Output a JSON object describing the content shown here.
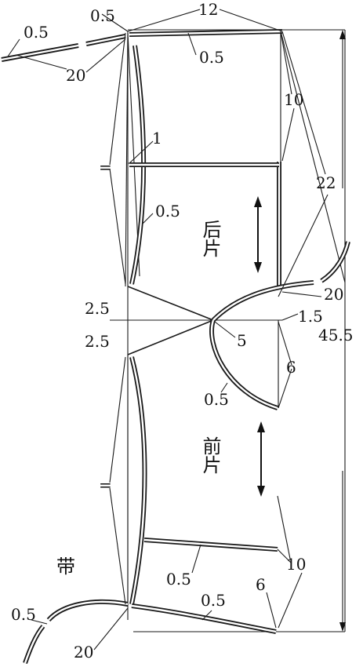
{
  "labels": {
    "top_half_width": "0.5",
    "top_width": "12",
    "strap_top_end": "0.5",
    "strap_top_length": "20",
    "back_top_seam": "0.5",
    "back_side_upper": "10",
    "back_equal": "=",
    "back_curve_offset": "1",
    "back_armhole": "22",
    "back_curve_seam": "0.5",
    "back_panel": "后片",
    "side_strap_length": "20",
    "dart_upper": "2.5",
    "dart_lower": "2.5",
    "side_point": "1.5",
    "dart_depth": "5",
    "total_length": "45.5",
    "front_side": "6",
    "front_curve_seam": "0.5",
    "front_panel": "前片",
    "front_equal": "=",
    "strap": "带",
    "front_band_seam": "0.5",
    "front_side_lower": "10",
    "front_bottom_side": "6",
    "front_bottom_seam": "0.5",
    "strap_bottom_end": "0.5",
    "strap_bottom_length": "20"
  }
}
